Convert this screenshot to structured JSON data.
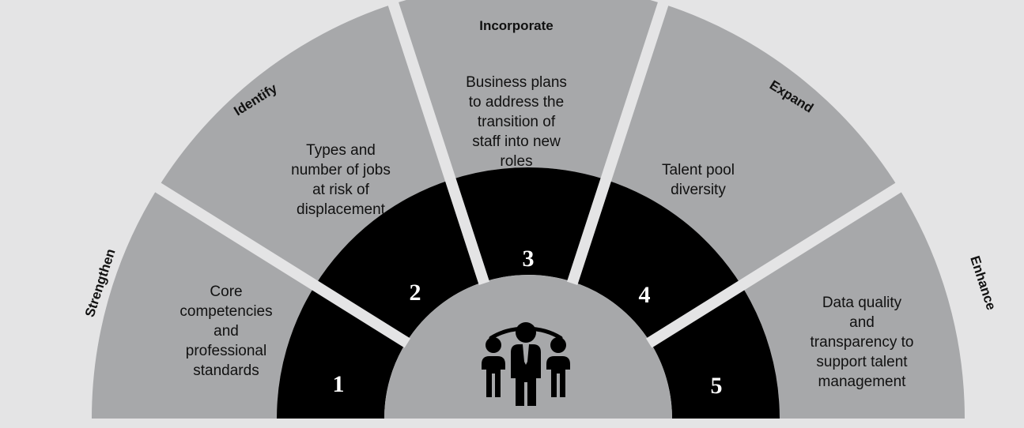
{
  "colors": {
    "background": "#e4e4e5",
    "outer_segment": "#a7a8aa",
    "inner_band": "#000000",
    "center": "#a7a8aa",
    "divider": "#e4e4e5",
    "text": "#111111",
    "number": "#ffffff"
  },
  "segments": [
    {
      "heading": "Strengthen",
      "number": "1",
      "text_lines": [
        "Core",
        "competencies",
        "and",
        "professional",
        "standards"
      ]
    },
    {
      "heading": "Identify",
      "number": "2",
      "text_lines": [
        "Types and",
        "number of jobs",
        "at risk of",
        "displacement"
      ]
    },
    {
      "heading": "Incorporate",
      "number": "3",
      "text_lines": [
        "Business plans",
        "to address the",
        "transition of",
        "staff into new",
        "roles"
      ]
    },
    {
      "heading": "Expand",
      "number": "4",
      "text_lines": [
        "Talent pool",
        "diversity"
      ]
    },
    {
      "heading": "Enhance",
      "number": "5",
      "text_lines": [
        "Data quality",
        "and",
        "transparency to",
        "support talent",
        "management"
      ]
    }
  ],
  "center_icon": "group-of-people-icon"
}
